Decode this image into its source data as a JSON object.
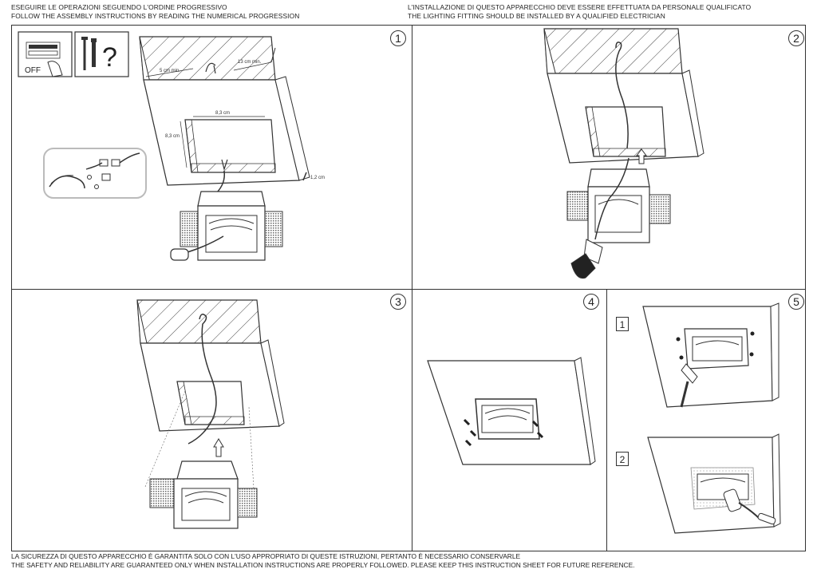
{
  "header": {
    "left_line1": "ESEGUIRE LE OPERAZIONI SEGUENDO L'ORDINE PROGRESSIVO",
    "left_line2": "FOLLOW THE ASSEMBLY INSTRUCTIONS BY READING THE NUMERICAL PROGRESSION",
    "right_line1": "L'INSTALLAZIONE DI QUESTO APPARECCHIO DEVE ESSERE EFFETTUATA DA PERSONALE QUALIFICATO",
    "right_line2": "THE LIGHTING FITTING SHOULD BE INSTALLED BY A QUALIFIED ELECTRICIAN"
  },
  "footer": {
    "line1": "LA SICUREZZA DI QUESTO APPARECCHIO È GARANTITA SOLO CON L'USO APPROPRIATO DI QUESTE ISTRUZIONI, PERTANTO È NECESSARIO CONSERVARLE",
    "line2": "THE SAFETY AND RELIABILITY ARE GUARANTEED ONLY WHEN INSTALLATION INSTRUCTIONS ARE PROPERLY FOLLOWED. PLEASE KEEP THIS INSTRUCTION SHEET FOR FUTURE REFERENCE."
  },
  "steps": [
    "1",
    "2",
    "3",
    "4",
    "5"
  ],
  "step5_substeps": [
    "1",
    "2"
  ],
  "step1": {
    "switch_label": "OFF",
    "question_mark": "?",
    "dim_depth": "5 cm min.",
    "dim_clearance": "13 cm min.",
    "dim_width": "8,3 cm",
    "dim_height": "8,3 cm",
    "dim_thickness": "1,2 cm"
  },
  "icons": [
    "switch-off-icon",
    "screw-icon",
    "anchor-icon",
    "question-icon",
    "arrow-icon",
    "paintbrush-icon",
    "roller-icon"
  ]
}
